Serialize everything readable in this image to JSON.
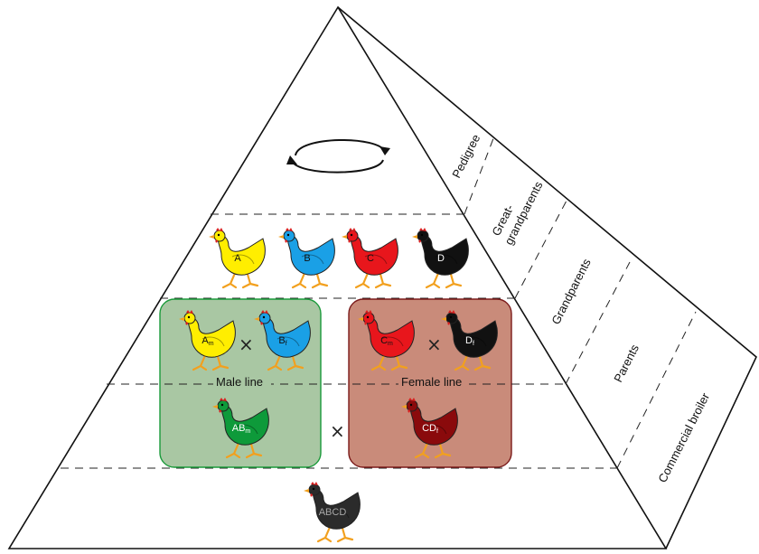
{
  "layers": {
    "pedigree": "Pedigree",
    "great_grandparents_1": "Great-",
    "great_grandparents_2": "grandparents",
    "grandparents": "Grandparents",
    "parents": "Parents",
    "commercial_broiler": "Commercial broiler"
  },
  "lines": {
    "male": "Male line",
    "female": "Female line"
  },
  "cross_symbol": "×",
  "hens": {
    "a": {
      "label": "A",
      "sub": "",
      "color": "#ffee00"
    },
    "b": {
      "label": "B",
      "sub": "",
      "color": "#1aa0e6"
    },
    "c": {
      "label": "C",
      "sub": "",
      "color": "#e8161c"
    },
    "d": {
      "label": "D",
      "sub": "",
      "color": "#111111"
    },
    "am": {
      "label": "A",
      "sub": "m",
      "color": "#ffee00"
    },
    "bf": {
      "label": "B",
      "sub": "f",
      "color": "#1aa0e6"
    },
    "cm": {
      "label": "C",
      "sub": "m",
      "color": "#e8161c"
    },
    "df": {
      "label": "D",
      "sub": "f",
      "color": "#111111"
    },
    "abm": {
      "label": "AB",
      "sub": "m",
      "color": "#0e9a3a"
    },
    "cdf": {
      "label": "CD",
      "sub": "f",
      "color": "#8a0a0c"
    },
    "abcd": {
      "label": "ABCD",
      "sub": "",
      "color": "#2b2b2b"
    }
  },
  "colors": {
    "male_box_fill": "#a9c7a3",
    "male_box_stroke": "#1a9a3a",
    "female_box_fill": "#c98b7a",
    "female_box_stroke": "#7a1a1a",
    "beak_legs": "#f2a01e",
    "comb": "#d81e1e"
  }
}
